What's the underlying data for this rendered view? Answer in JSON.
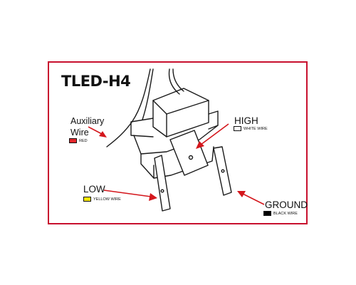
{
  "title": "TLED-H4",
  "labels": {
    "auxiliary_line1": "Auxiliary",
    "auxiliary_line2": "Wire",
    "high": "HIGH",
    "low": "LOW",
    "ground": "GROUND"
  },
  "legends": {
    "auxiliary": {
      "text": "RED",
      "color": "#e3262b"
    },
    "high": {
      "text": "WHITE WIRE",
      "color": "#ffffff"
    },
    "low": {
      "text": "YELLOW WIRE",
      "color": "#f5e500"
    },
    "ground": {
      "text": "BLACK WIRE",
      "color": "#000000"
    }
  },
  "colors": {
    "frame": "#c8102e",
    "arrow": "#d4161c",
    "line": "#1a1a1a"
  },
  "icons": {
    "connector": "h4-plug-diagram",
    "arrows": "red-pointer-arrow"
  }
}
